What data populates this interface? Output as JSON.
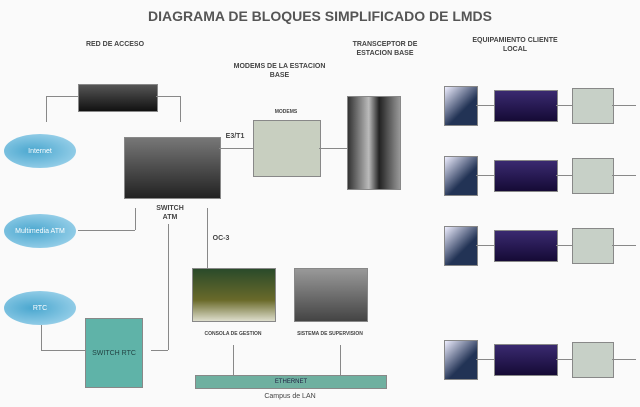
{
  "title": "DIAGRAMA DE BLOQUES SIMPLIFICADO DE LMDS",
  "labels": {
    "access_network": "RED DE ACCESO",
    "bs_modems": "MODEMS DE LA ESTACION BASE",
    "bs_transceiver": "TRANSCEPTOR DE ESTACION BASE",
    "customer_equipment": "EQUIPAMIENTO CLIENTE LOCAL",
    "modem_sub": "MODEMS",
    "atm_switch": "SWITCH ATM",
    "link_a": "E3/T1",
    "link_b": "OC-3",
    "rtc_switch": "SWITCH RTC",
    "mgmt": "CONSOLA DE GESTION",
    "supervision": "SISTEMA DE SUPERVISION",
    "ethernet": "ETHERNET",
    "lan": "Campus de LAN"
  },
  "clouds": [
    "Internet",
    "Multimedia ATM",
    "RTC"
  ]
}
